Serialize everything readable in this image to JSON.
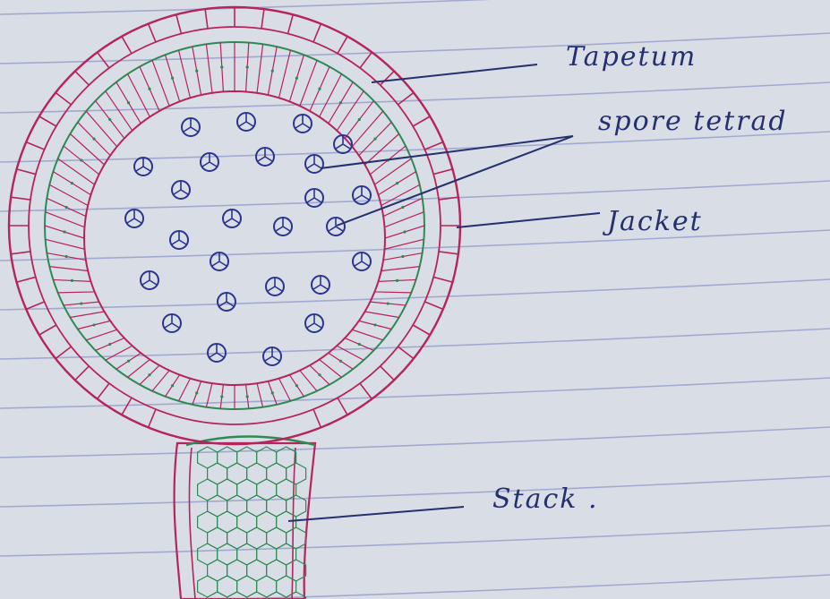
{
  "labels": {
    "tapetum": "Tapetum",
    "spore_tetrad": "spore tetrad",
    "jacket": "Jacket",
    "stalk": "Stack ."
  },
  "colors": {
    "paper": "#d9dde6",
    "ruled_line": "#8f97c8",
    "ink_red": "#b5245a",
    "ink_green": "#2e8a52",
    "ink_blue": "#2a3590",
    "label_ink": "#25306e"
  }
}
